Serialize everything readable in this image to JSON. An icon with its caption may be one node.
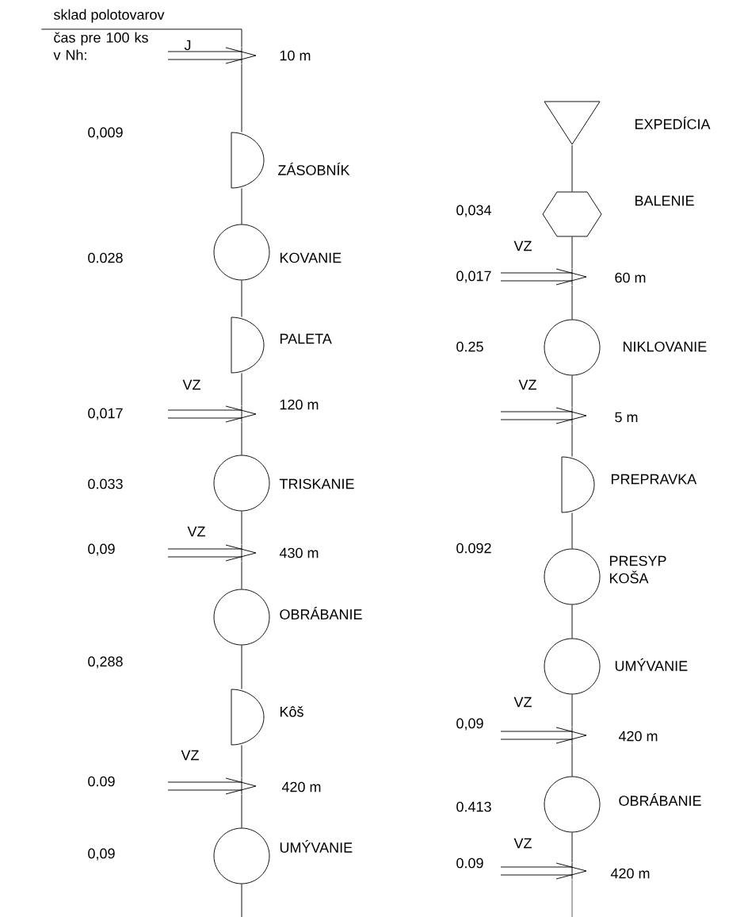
{
  "diagram": {
    "nodes": [
      {
        "text": [
          "sklad polotovarov"
        ]
      },
      {
        "text": [
          "10 m"
        ],
        "beside": [
          "J"
        ]
      },
      {
        "text": [
          "ZÁSOBNÍK"
        ]
      },
      {
        "text": [
          "KOVANIE"
        ]
      },
      {
        "text": [
          "PALETA"
        ]
      },
      {
        "text": [
          "120 m"
        ],
        "beside": [
          "VZ"
        ]
      },
      {
        "text": [
          "TRISKANIE"
        ]
      },
      {
        "text": [
          "430 m"
        ],
        "beside": [
          "VZ"
        ]
      },
      {
        "text": [
          "OBRÁBANIE"
        ]
      },
      {
        "text": [
          "Kôš"
        ]
      },
      {
        "text": [
          "420 m"
        ],
        "beside": [
          "VZ"
        ]
      },
      {
        "text": [
          "UMÝVANIE"
        ]
      },
      {
        "text": [
          "EXPEDÍCIA"
        ]
      },
      {
        "text": [
          "BALENIE"
        ]
      },
      {
        "text": [
          "60 m"
        ],
        "beside": [
          "VZ"
        ]
      },
      {
        "text": [
          "NIKLOVANIE"
        ]
      },
      {
        "text": [
          "5 m"
        ],
        "beside": [
          "VZ"
        ]
      },
      {
        "text": [
          "PREPRAVKA"
        ]
      },
      {
        "text": [
          "PRESYP KOŠA"
        ]
      },
      {
        "text": [
          "UMÝVANIE"
        ]
      },
      {
        "text": [
          "420 m"
        ],
        "beside": [
          "VZ"
        ]
      },
      {
        "text": [
          "OBRÁBANIE"
        ]
      },
      {
        "text": [
          "420 m"
        ],
        "beside": [
          "VZ"
        ]
      }
    ],
    "edges": [
      {
        "from": 0,
        "to": 1,
        "arrow": "none"
      },
      {
        "from": 1,
        "to": 2,
        "arrow": "none"
      },
      {
        "from": 2,
        "to": 3,
        "arrow": "none"
      },
      {
        "from": 3,
        "to": 4,
        "arrow": "none"
      },
      {
        "from": 4,
        "to": 5,
        "arrow": "none"
      },
      {
        "from": 5,
        "to": 6,
        "arrow": "none"
      },
      {
        "from": 6,
        "to": 7,
        "arrow": "none"
      },
      {
        "from": 7,
        "to": 8,
        "arrow": "none"
      },
      {
        "from": 8,
        "to": 9,
        "arrow": "none"
      },
      {
        "from": 9,
        "to": 10,
        "arrow": "none"
      },
      {
        "from": 10,
        "to": 11,
        "arrow": "none"
      },
      {
        "from": 11,
        "to": null,
        "arrow": "none"
      },
      {
        "from": null,
        "to": 22,
        "arrow": "none"
      },
      {
        "from": 22,
        "to": 21,
        "arrow": "none"
      },
      {
        "from": 21,
        "to": 20,
        "arrow": "none"
      },
      {
        "from": 20,
        "to": 19,
        "arrow": "none"
      },
      {
        "from": 19,
        "to": 18,
        "arrow": "none"
      },
      {
        "from": 18,
        "to": 17,
        "arrow": "none"
      },
      {
        "from": 17,
        "to": 16,
        "arrow": "none"
      },
      {
        "from": 16,
        "to": 15,
        "arrow": "none"
      },
      {
        "from": 15,
        "to": 14,
        "arrow": "none"
      },
      {
        "from": 14,
        "to": 13,
        "arrow": "none"
      },
      {
        "from": 13,
        "to": 12,
        "arrow": "none"
      }
    ],
    "labels": [
      "čas pre 100 ks v Nh:",
      "0,009",
      "0.028",
      "0,017",
      "0.033",
      "0,09",
      "0,288",
      "0.09",
      "0,09",
      "0,034",
      "0,017",
      "0.25",
      "0.092",
      "0,09",
      "0.413",
      "0.09"
    ]
  }
}
